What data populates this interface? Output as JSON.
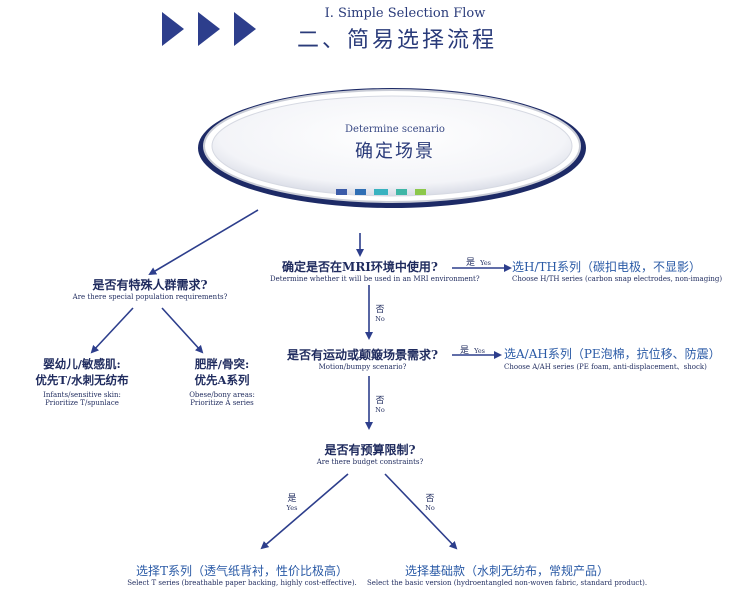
{
  "header": {
    "title_en": "I. Simple Selection Flow",
    "title_cn": "二、简易选择流程"
  },
  "scenario": {
    "en": "Determine scenario",
    "cn": "确定场景",
    "bar_colors": [
      "#3b5ba8",
      "#2f6fb5",
      "#38b2c0",
      "#3fb6a6",
      "#8cc84b"
    ]
  },
  "special_population": {
    "question_cn": "是否有特殊人群需求?",
    "question_en": "Are there special population requirements?",
    "infant": {
      "cn_line1": "婴幼儿/敏感肌:",
      "cn_line2": "优先T/水刺无纺布",
      "en_line1": "Infants/sensitive skin:",
      "en_line2": "Prioritize T/spunlace"
    },
    "obese": {
      "cn_line1": "肥胖/骨突:",
      "cn_line2": "优先A系列",
      "en_line1": "Obese/bony areas:",
      "en_line2": "Prioritize A series"
    }
  },
  "mri": {
    "question_cn": "确定是否在MRI环境中使用?",
    "question_en": "Determine whether it will be used in an MRI environment?",
    "yes_cn": "是",
    "yes_en": "Yes",
    "no_cn": "否",
    "no_en": "No",
    "result_cn": "选H/TH系列（碳扣电极，不显影）",
    "result_en": "Choose H/TH series (carbon snap electrodes, non-imaging)"
  },
  "motion": {
    "question_cn": "是否有运动或颠簸场景需求?",
    "question_en": "Motion/bumpy scenario?",
    "yes_cn": "是",
    "yes_en": "Yes",
    "no_cn": "否",
    "no_en": "No",
    "result_cn": "选A/AH系列（PE泡棉，抗位移、防震）",
    "result_en": "Choose A/AH series (PE foam, anti-displacement、shock)"
  },
  "budget": {
    "question_cn": "是否有预算限制?",
    "question_en": "Are there budget constraints?",
    "yes_cn": "是",
    "yes_en": "Yes",
    "no_cn": "否",
    "no_en": "No",
    "result_yes_cn": "选择T系列（透气纸背衬，性价比极高）",
    "result_yes_en": "Select T series (breathable paper backing, highly cost-effective).",
    "result_no_cn": "选择基础款（水刺无纺布，常规产品）",
    "result_no_en": "Select the basic version (hydroentangled non-woven fabric, standard product)."
  }
}
